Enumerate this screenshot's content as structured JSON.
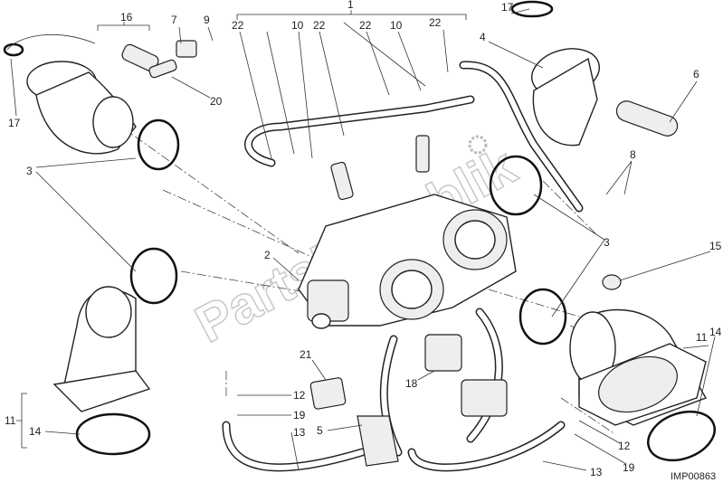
{
  "diagram": {
    "watermark": "PartsRepublik",
    "image_code": "IMP00863",
    "callouts": [
      "1",
      "22",
      "10",
      "22",
      "22",
      "10",
      "22",
      "17",
      "4",
      "6",
      "16",
      "7",
      "9",
      "20",
      "17",
      "3",
      "8",
      "3",
      "15",
      "2",
      "21",
      "18",
      "12",
      "19",
      "13",
      "5",
      "13",
      "11",
      "14",
      "11",
      "14",
      "12",
      "19"
    ]
  }
}
